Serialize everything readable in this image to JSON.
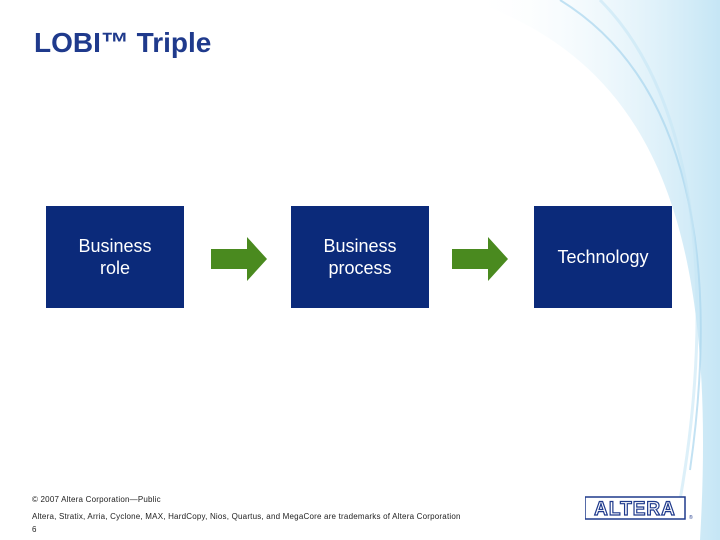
{
  "slide": {
    "title": "LOBI™ Triple"
  },
  "flow": {
    "steps": [
      {
        "label": "Business\nrole"
      },
      {
        "label": "Business\nprocess"
      },
      {
        "label": "Technology"
      }
    ],
    "colors": {
      "box": "#0b2a7a",
      "box_text": "#ffffff",
      "arrow": "#4a8a1f",
      "title": "#1f3a8c"
    }
  },
  "footer": {
    "copyright": "© 2007 Altera Corporation—Public",
    "trademarks": "Altera, Stratix, Arria, Cyclone, MAX, HardCopy, Nios, Quartus, and MegaCore are trademarks of Altera Corporation",
    "page_number": "6"
  },
  "logo": {
    "text": "ALTERA",
    "icon": "altera-logo"
  }
}
